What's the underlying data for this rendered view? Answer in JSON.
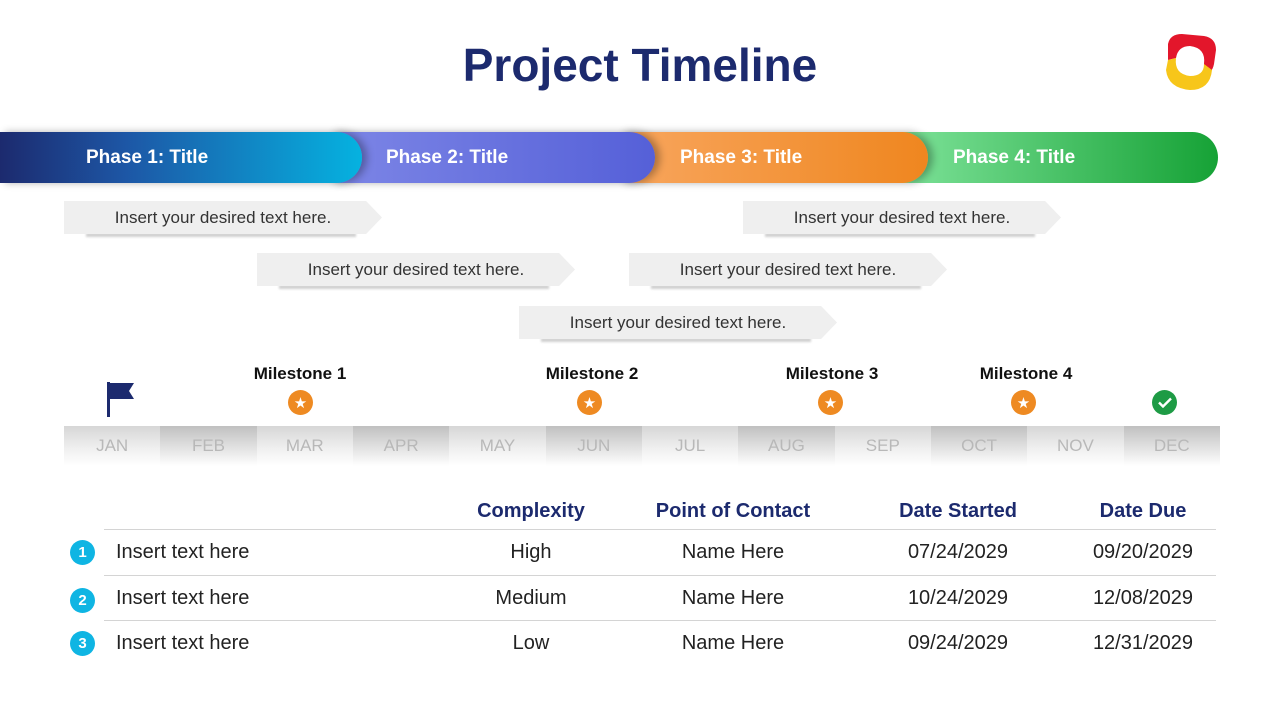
{
  "title": "Project Timeline",
  "phases": [
    {
      "label": "Phase 1: Title"
    },
    {
      "label": "Phase 2: Title"
    },
    {
      "label": "Phase 3: Title"
    },
    {
      "label": "Phase 4: Title"
    }
  ],
  "callouts": [
    "Insert your desired text here.",
    "Insert your desired text here.",
    "Insert your desired text here.",
    "Insert your desired text here.",
    "Insert your desired text here."
  ],
  "milestones": [
    "Milestone 1",
    "Milestone 2",
    "Milestone 3",
    "Milestone 4"
  ],
  "icons": {
    "start": "flag-icon",
    "milestone": "star-icon",
    "end": "checkmark-icon",
    "logo": "brand-logo"
  },
  "colors": {
    "title": "#1c2a6e",
    "milestone": "#ee8a22",
    "done": "#1e9b45",
    "row_number": "#0fb5e3"
  },
  "months": [
    "JAN",
    "FEB",
    "MAR",
    "APR",
    "MAY",
    "JUN",
    "JUL",
    "AUG",
    "SEP",
    "OCT",
    "NOV",
    "DEC"
  ],
  "table": {
    "headers": [
      "Complexity",
      "Point of Contact",
      "Date Started",
      "Date Due"
    ],
    "rows": [
      {
        "num": "1",
        "task": "Insert text here",
        "complexity": "High",
        "contact": "Name Here",
        "started": "07/24/2029",
        "due": "09/20/2029"
      },
      {
        "num": "2",
        "task": "Insert text here",
        "complexity": "Medium",
        "contact": "Name Here",
        "started": "10/24/2029",
        "due": "12/08/2029"
      },
      {
        "num": "3",
        "task": "Insert text here",
        "complexity": "Low",
        "contact": "Name Here",
        "started": "09/24/2029",
        "due": "12/31/2029"
      }
    ]
  }
}
